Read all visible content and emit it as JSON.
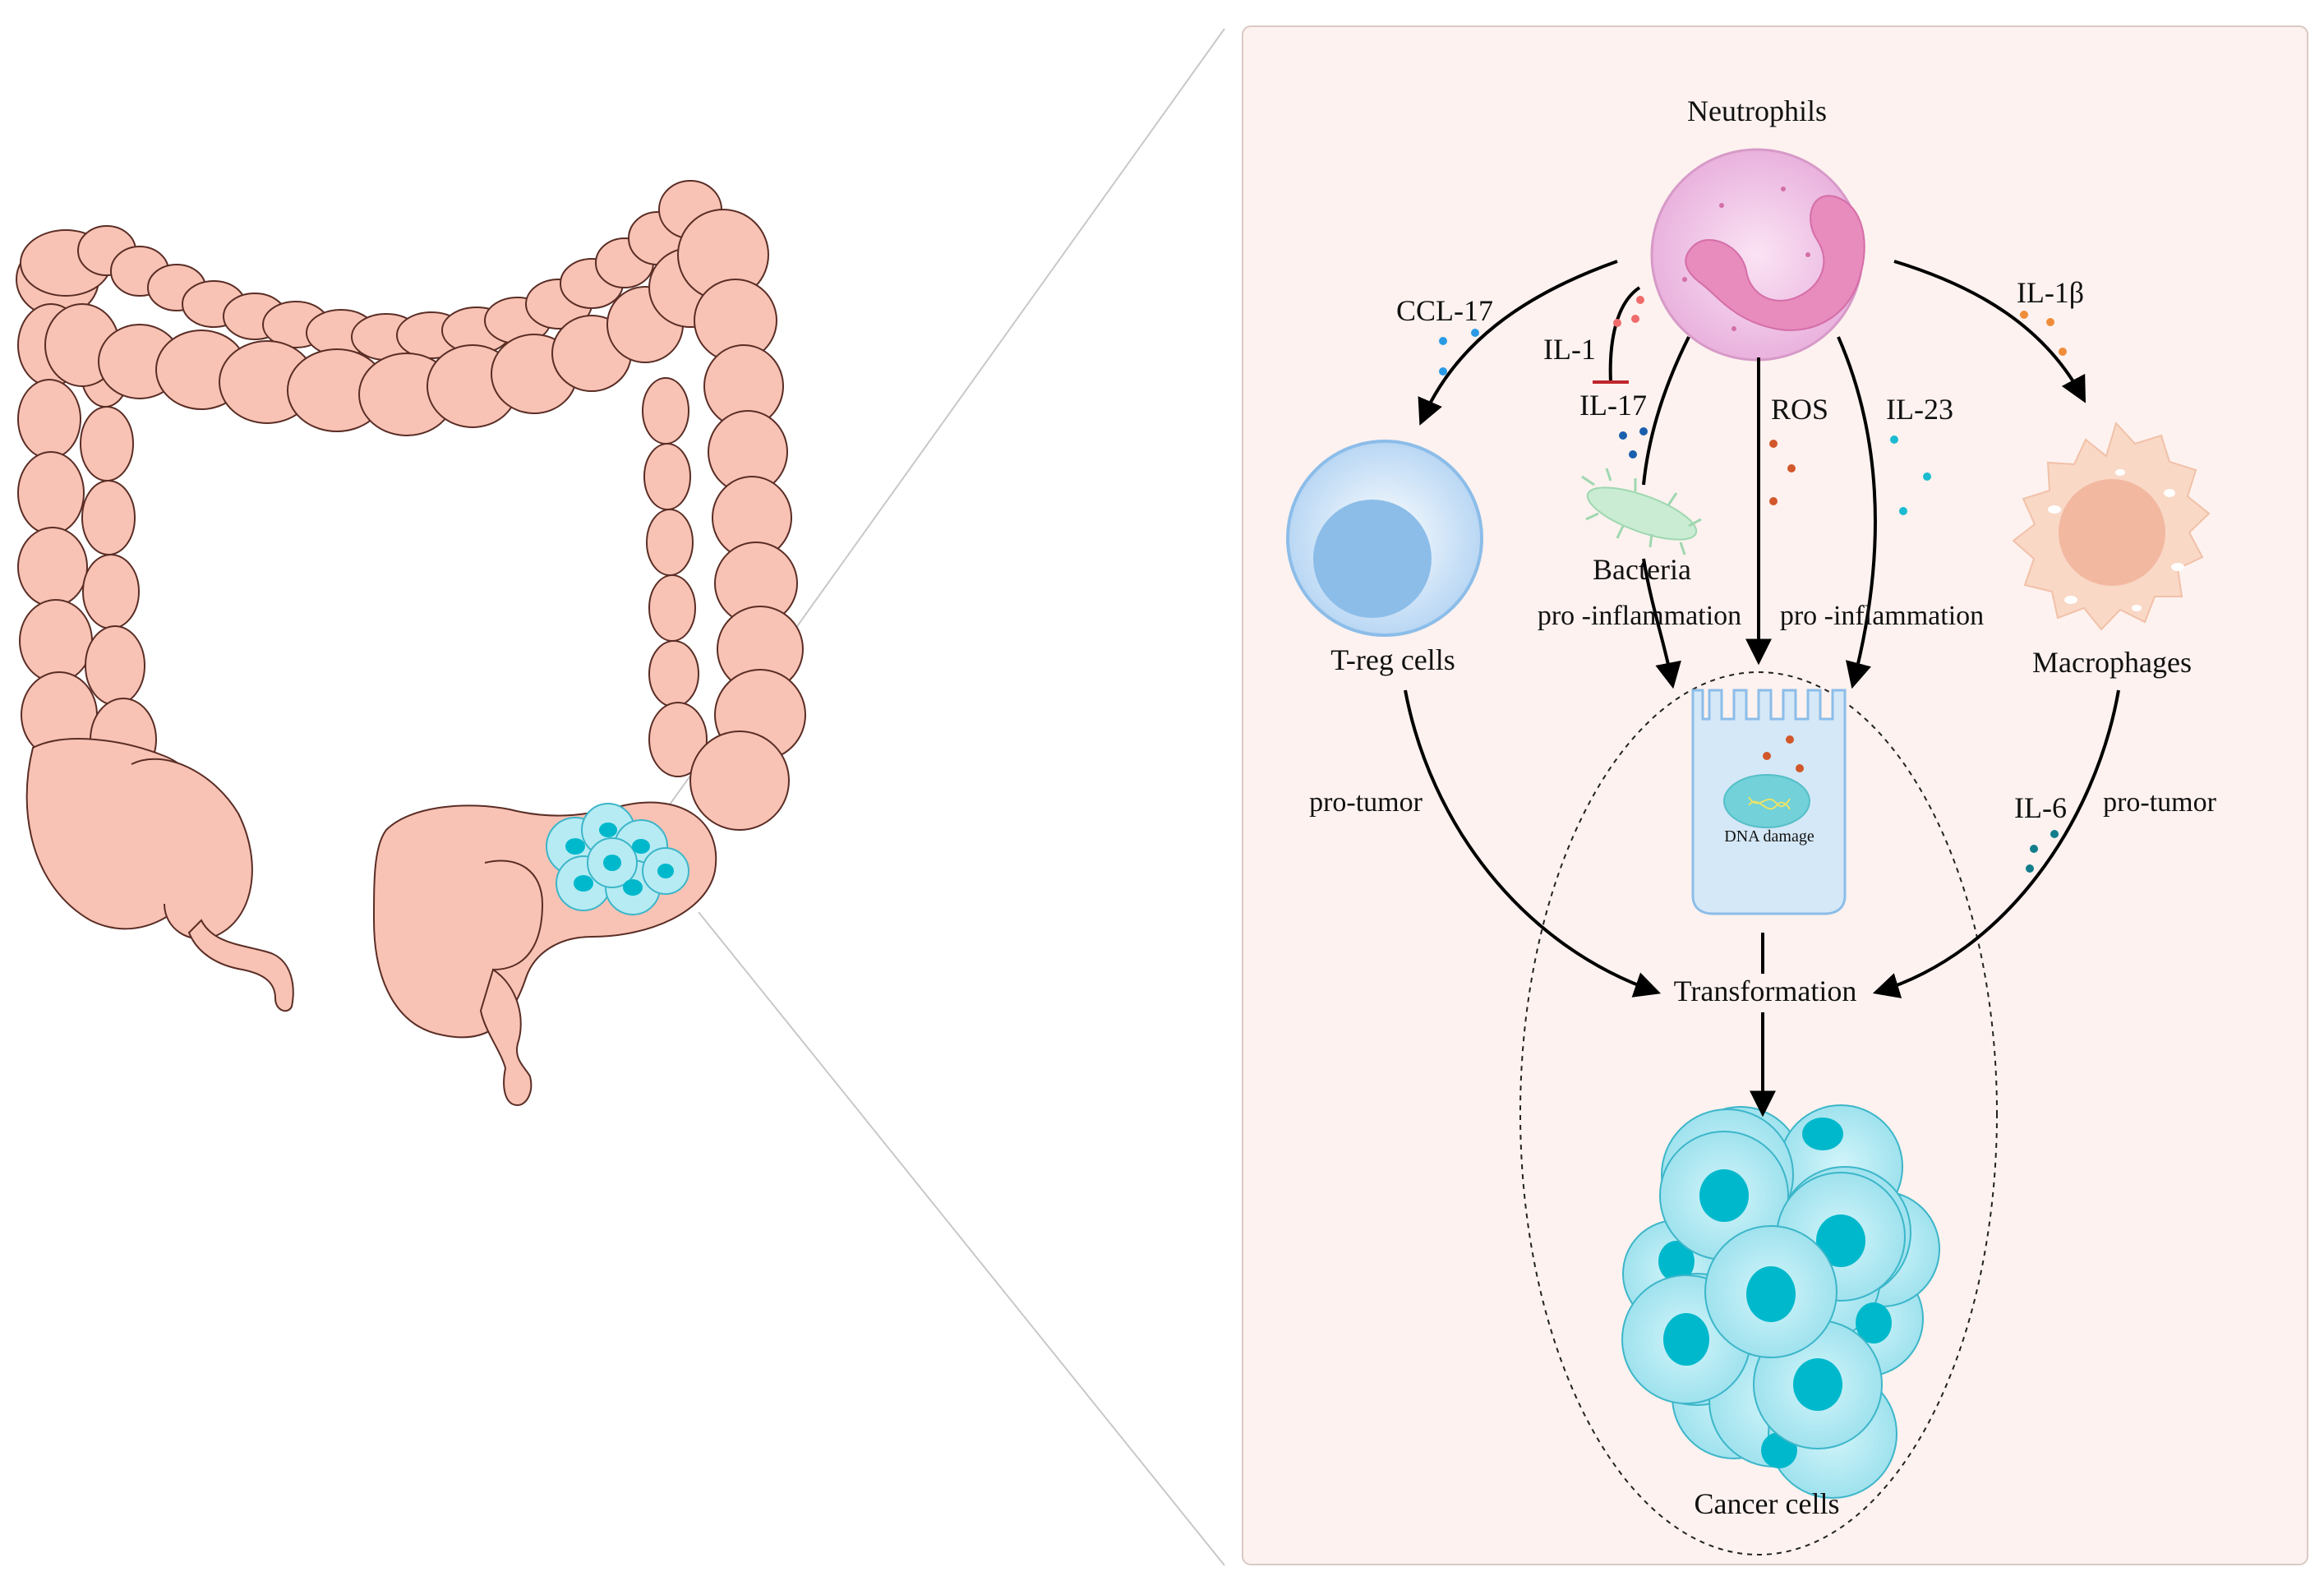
{
  "labels": {
    "neutrophils": "Neutrophils",
    "ccl17": "CCL-17",
    "il1": "IL-1",
    "il17": "IL-17",
    "ros": "ROS",
    "il23": "IL-23",
    "il1b": "IL-1β",
    "treg": "T-reg cells",
    "bacteria": "Bacteria",
    "pro_inflammation_left": "pro -inflammation",
    "pro_inflammation_right": "pro -inflammation",
    "macrophages": "Macrophages",
    "dna_damage": "DNA damage",
    "pro_tumor_left": "pro-tumor",
    "il6": "IL-6",
    "pro_tumor_right": "pro-tumor",
    "transformation": "Transformation",
    "cancer_cells": "Cancer cells"
  },
  "colors": {
    "panel_bg": "#fdf2ef",
    "colon": "#f8c3b5",
    "colon_stroke": "#5a2d25",
    "neutrophil_body": "#f3c9e8",
    "neutrophil_nucleus": "#e88bbd",
    "treg_outer": "#cfe3f7",
    "treg_nucleus": "#8cbde9",
    "macrophage_body": "#f9d8c6",
    "macrophage_nucleus": "#f2b8a0",
    "bacteria": "#c9ecd3",
    "epithelial_cell": "#d5e8f7",
    "cancer_cell": "#b6ebf3",
    "cancer_nucleus": "#00b8cc"
  }
}
